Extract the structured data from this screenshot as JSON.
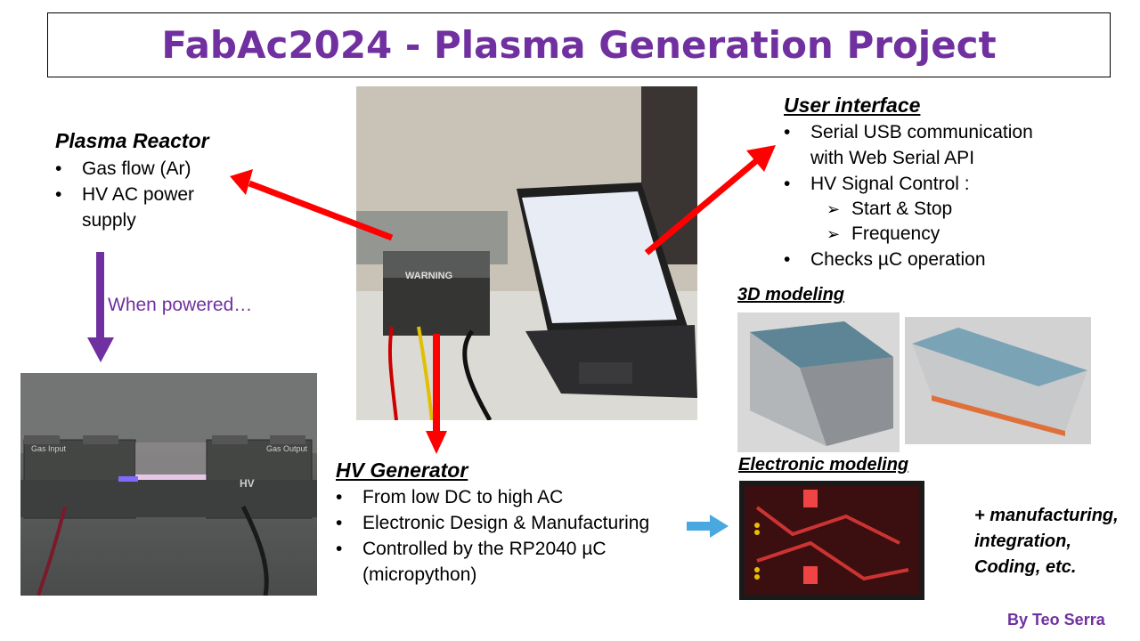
{
  "title": "FabAc2024 - Plasma Generation Project",
  "plasma_reactor": {
    "heading": "Plasma Reactor",
    "items": [
      "Gas flow (Ar)",
      "HV AC power",
      "supply"
    ]
  },
  "when_powered": "When powered…",
  "user_interface": {
    "heading": "User interface",
    "items": [
      "Serial USB communication",
      "with Web Serial API",
      "HV Signal Control :",
      "Checks µC operation"
    ],
    "sub_items": [
      "Start & Stop",
      "Frequency"
    ]
  },
  "hv_generator": {
    "heading": "HV Generator",
    "items": [
      "From low DC to high AC",
      "Electronic Design & Manufacturing",
      "Controlled by the RP2040 µC",
      "(micropython)"
    ]
  },
  "modeling_3d": {
    "heading": "3D modeling"
  },
  "electronic_modeling": {
    "heading": "Electronic modeling"
  },
  "extras": [
    "+ manufacturing,",
    "integration,",
    "Coding, etc."
  ],
  "byline": "By Teo Serra",
  "photo_labels": {
    "warning": "WARNING",
    "gas_input": "Gas Input",
    "gas_output": "Gas Output",
    "hv": "HV"
  },
  "colors": {
    "title": "#7030a0",
    "arrow_red": "#ff0000",
    "arrow_purple": "#7030a0",
    "arrow_blue": "#4aa8e0"
  }
}
